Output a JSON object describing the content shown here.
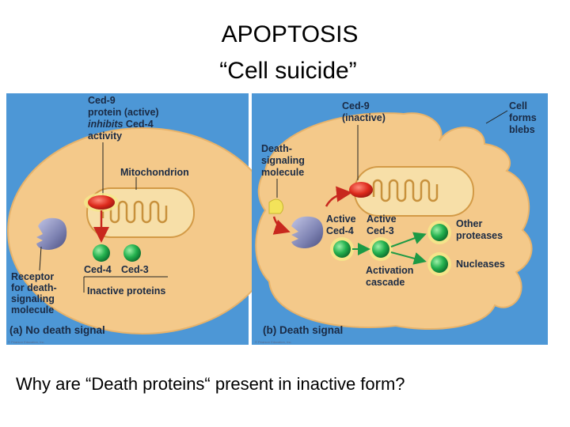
{
  "title": {
    "line1": "APOPTOSIS",
    "line2": "“Cell suicide”"
  },
  "panel_a": {
    "ced9_label": [
      "Ced-9",
      "protein (active)"
    ],
    "inhibits_word": "inhibits",
    "inhibits_rest": " Ced-4",
    "activity_word": "activity",
    "mitochondrion": "Mitochondrion",
    "ced4": "Ced-4",
    "ced3": "Ced-3",
    "inactive_proteins": "Inactive proteins",
    "receptor": [
      "Receptor",
      "for death-",
      "signaling",
      "molecule"
    ],
    "caption": "(a) No death signal"
  },
  "panel_b": {
    "ced9": [
      "Ced-9",
      "(inactive)"
    ],
    "cell_forms_blebs": [
      "Cell",
      "forms",
      "blebs"
    ],
    "death_signaling": [
      "Death-",
      "signaling",
      "molecule"
    ],
    "active_ced4": [
      "Active",
      "Ced-4"
    ],
    "active_ced3": [
      "Active",
      "Ced-3"
    ],
    "other_proteases": [
      "Other",
      "proteases"
    ],
    "nucleases": "Nucleases",
    "activation_cascade": [
      "Activation",
      "cascade"
    ],
    "caption": "(b) Death signal"
  },
  "question": "Why are “Death proteins“ present in inactive form?",
  "colors": {
    "panel_bg": "#4d97d6",
    "cell_fill": "#f4c98a",
    "mito_fill": "#f7dfa8",
    "protein_green": "#1fa84a",
    "ced9_red": "#d8261c",
    "receptor": "#7f84b3",
    "signal_yellow": "#f3e35a",
    "arrow_red": "#c8281e"
  }
}
